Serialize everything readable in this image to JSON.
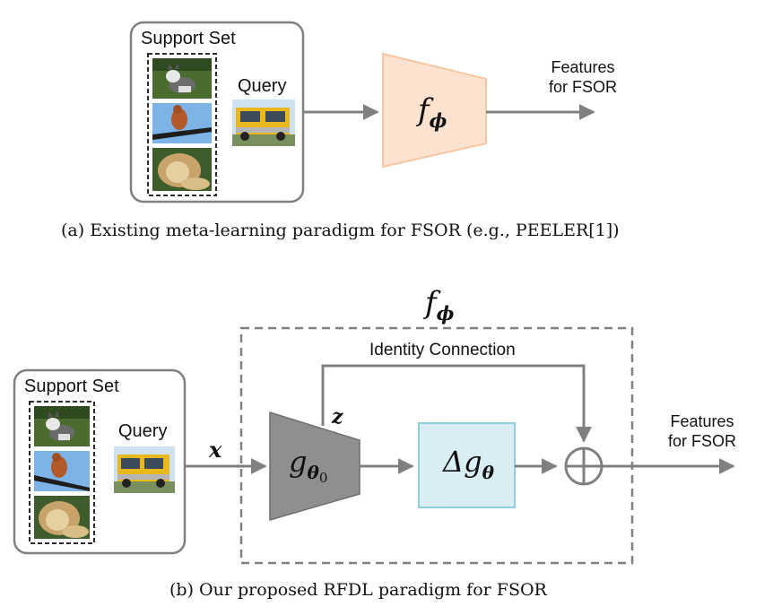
{
  "panel_a": {
    "support_set_label": "Support Set",
    "query_label": "Query",
    "encoder_label": "f",
    "encoder_sub": "ϕ",
    "output_label_line1": "Features",
    "output_label_line2": "for FSOR",
    "caption": "(a) Existing meta-learning paradigm for FSOR (e.g., PEELER[1])",
    "encoder_fill": "#fde3cf",
    "encoder_stroke": "#f6c7a4"
  },
  "panel_b": {
    "box_label": "f",
    "box_label_sub": "ϕ",
    "identity_label": "Identity Connection",
    "support_set_label": "Support Set",
    "query_label": "Query",
    "x_label": "x",
    "z_label": "z",
    "g0_label": "g",
    "g0_sub": "θ",
    "g0_subsub": "0",
    "delta_label": "Δg",
    "delta_sub": "θ",
    "output_label_line1": "Features",
    "output_label_line2": "for FSOR",
    "caption": "(b) Our proposed RFDL paradigm for FSOR",
    "g0_fill": "#8f8f8f",
    "delta_fill": "#d8eef4",
    "delta_stroke": "#8fcfe0"
  },
  "images": {
    "support": [
      "husky photo",
      "bird photo",
      "lion photo"
    ],
    "query": "truck photo"
  },
  "arrow_color": "#808080"
}
